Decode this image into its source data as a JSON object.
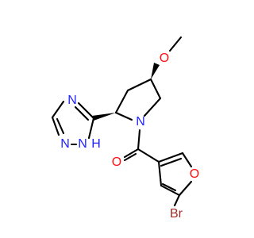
{
  "molecule": {
    "atoms": {
      "methoxy_oxygen": "O",
      "triazole_n_top": "N",
      "triazole_n_bottom_left": "N",
      "triazole_nh_bottom": "N",
      "triazole_nh_h": "H",
      "pyrrolidine_n": "N",
      "carbonyl_oxygen": "O",
      "furan_oxygen": "O",
      "bromine": "Br"
    },
    "colors": {
      "carbon_bond": "#000000",
      "nitrogen": "#2323ff",
      "oxygen": "#ff1010",
      "bromine": "#a52a2a"
    }
  }
}
